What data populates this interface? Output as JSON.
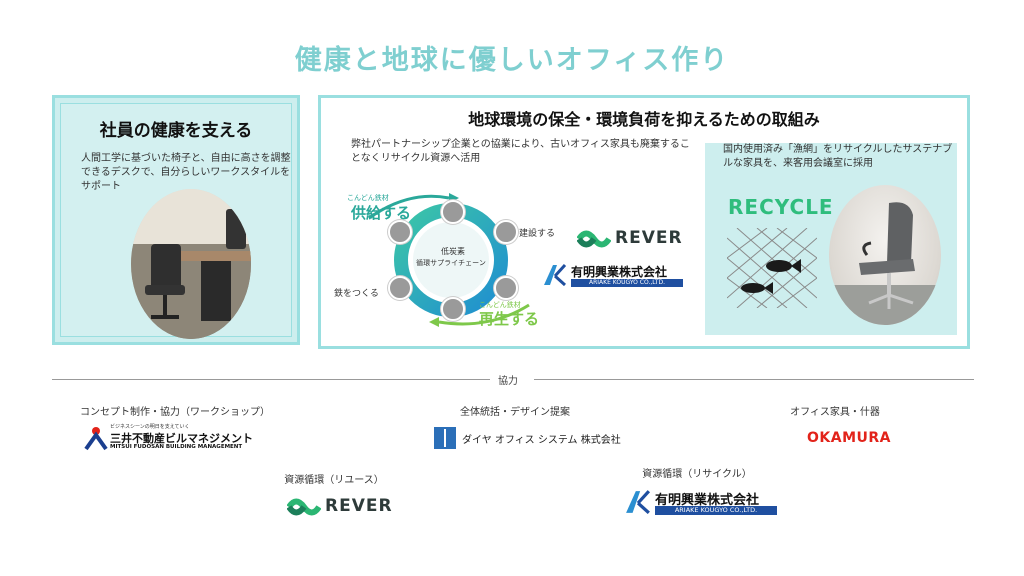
{
  "title": "健康と地球に優しいオフィス作り",
  "left_panel": {
    "heading": "社員の健康を支える",
    "text": "人間工学に基づいた椅子と、自由に高さを調整できるデスクで、自分らしいワークスタイルをサポート"
  },
  "right_panel": {
    "heading": "地球環境の保全・環境負荷を抑えるための取組み",
    "text": "弊社パートナーシップ企業との協業により、古いオフィス家具も廃棄することなくリサイクル資源へ活用",
    "cycle": {
      "supply": "供給する",
      "regenerate": "再生する",
      "build": "建設する",
      "iron": "鉄をつくる",
      "center_line1": "低炭素",
      "center_line2": "循環サプライチェーン",
      "small_top": "こんどん鉄材",
      "small_bottom": "こんどん鉄材"
    },
    "partner_logo_rever": "REVER",
    "partner_logo_ariake_jp": "有明興業株式会社",
    "partner_logo_ariake_en": "ARIAKE KOUGYO CO.,LTD.",
    "recycle_text": "国内使用済み「漁網」をリサイクルしたサステナブルな家具を、来客用会議室に採用",
    "recycle_word": "RECYCLE"
  },
  "credits": {
    "heading": "協力",
    "items": [
      {
        "label": "コンセプト制作・協力（ワークショップ）",
        "logo_small": "ビジネスシーンの明日を支えていく",
        "logo_jp": "三井不動産ビルマネジメント",
        "logo_en": "MITSUI FUDOSAN BUILDING MANAGEMENT"
      },
      {
        "label": "全体統括・デザイン提案",
        "logo_jp": "ダイヤ オフィス システム 株式会社"
      },
      {
        "label": "オフィス家具・什器",
        "logo_en": "OKAMURA"
      },
      {
        "label": "資源循環（リユース）",
        "logo_en": "REVER"
      },
      {
        "label": "資源循環（リサイクル）",
        "logo_jp": "有明興業株式会社",
        "logo_en": "ARIAKE KOUGYO CO.,LTD."
      }
    ]
  },
  "colors": {
    "accent": "#7fcfd0",
    "panel_bg": "#cdeeee",
    "cycle_green": "#2aa89a",
    "okamura_red": "#e2231a",
    "ariake_blue": "#1f4fa0"
  }
}
